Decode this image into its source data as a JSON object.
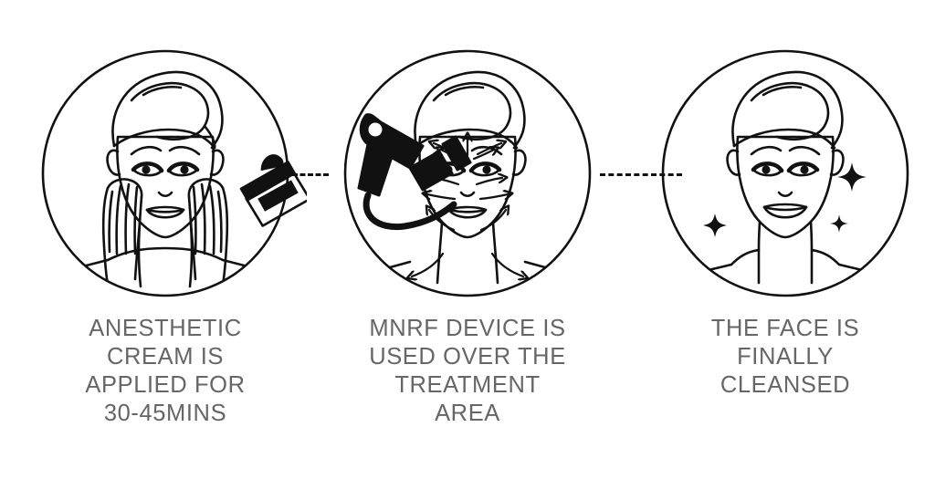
{
  "diagram": {
    "title": "MNRF treatment procedure steps",
    "type": "process-steps",
    "background_color": "#ffffff",
    "line_color": "#111111",
    "caption_color": "#666666",
    "step_count": 3,
    "connector_style": "dashed"
  },
  "steps": [
    {
      "index": "1",
      "caption": "ANESTHETIC\nCREAM IS\nAPPLIED FOR\n30-45MINS",
      "illustration_name": "woman-applying-anesthetic-cream",
      "icons": [
        "cream-jar-icon",
        "hands-icon",
        "towel-wrap-icon",
        "smiling-face-icon"
      ]
    },
    {
      "index": "2",
      "caption": "MNRF DEVICE IS\nUSED OVER THE\nTREATMENT\nAREA",
      "illustration_name": "woman-receiving-mnrf-device-treatment",
      "icons": [
        "mnrf-device-icon",
        "treatment-arrows-icon",
        "towel-wrap-icon",
        "smiling-face-icon"
      ]
    },
    {
      "index": "3",
      "caption": "THE FACE IS\nFINALLY\nCLEANSED",
      "illustration_name": "woman-with-cleansed-glowing-face",
      "icons": [
        "sparkle-icon",
        "towel-wrap-icon",
        "smiling-face-icon"
      ]
    }
  ],
  "connectors": [
    {
      "from": "1",
      "to": "2",
      "style": "dashed"
    },
    {
      "from": "2",
      "to": "3",
      "style": "dashed"
    }
  ]
}
